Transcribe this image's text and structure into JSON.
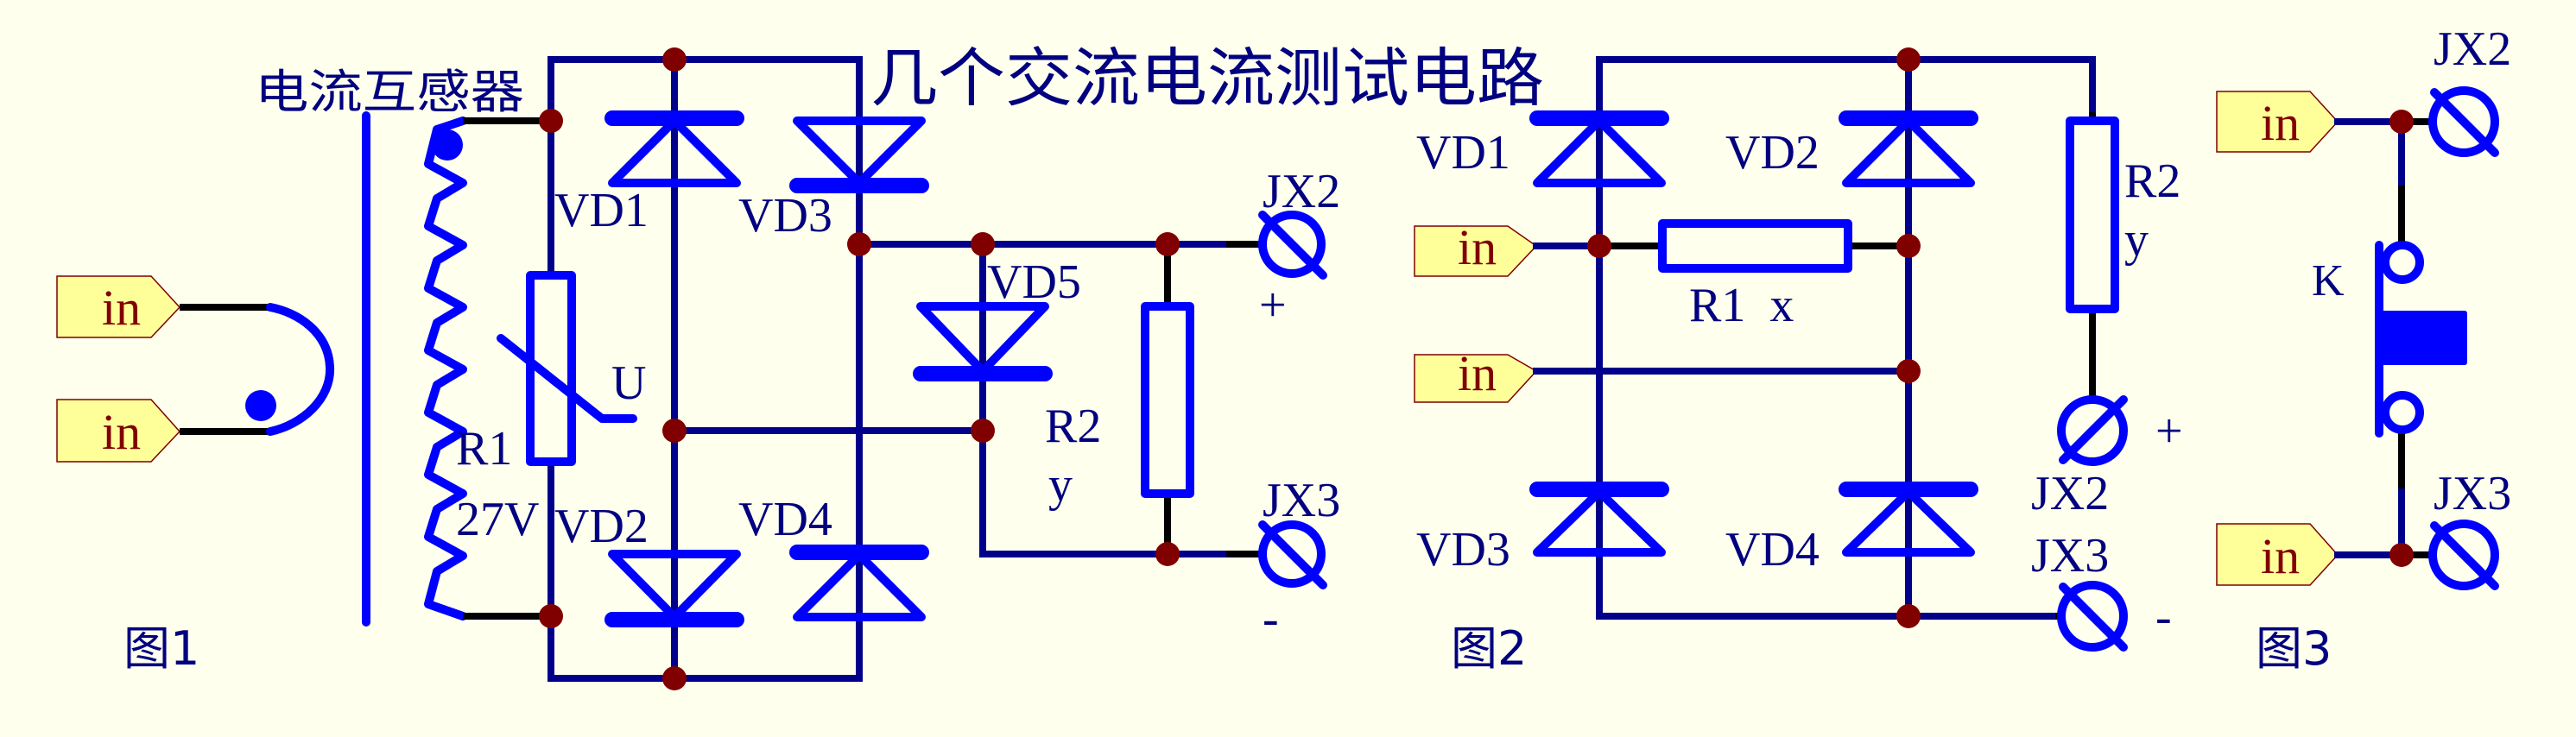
{
  "title": "几个交流电流测试电路",
  "colors": {
    "background": "#FFFFEE",
    "wire": "#00008B",
    "component": "#0000FF",
    "junction": "#800000",
    "text": "#000080",
    "port_fill": "#FFFF99",
    "port_text": "#800000"
  },
  "figure1": {
    "caption": "图1",
    "transformer_label": "电流互感器",
    "inputs": [
      "in",
      "in"
    ],
    "varistor": {
      "ref": "R1",
      "value": "27V",
      "symbol": "U"
    },
    "diodes": [
      "VD1",
      "VD2",
      "VD3",
      "VD4",
      "VD5"
    ],
    "resistor": {
      "ref": "R2",
      "value": "y"
    },
    "terminals": [
      {
        "ref": "JX2",
        "polarity": "+"
      },
      {
        "ref": "JX3",
        "polarity": "-"
      }
    ]
  },
  "figure2": {
    "caption": "图2",
    "inputs": [
      "in",
      "in"
    ],
    "diodes": [
      "VD1",
      "VD2",
      "VD3",
      "VD4"
    ],
    "resistor1": {
      "ref": "R1",
      "value": "x"
    },
    "resistor2": {
      "ref": "R2",
      "value": "y"
    },
    "terminals": [
      {
        "ref": "JX2",
        "polarity": "+"
      },
      {
        "ref": "JX3",
        "polarity": "-"
      }
    ]
  },
  "figure3": {
    "caption": "图3",
    "inputs": [
      "in",
      "in"
    ],
    "switch": {
      "ref": "K"
    },
    "terminals": [
      {
        "ref": "JX2"
      },
      {
        "ref": "JX3"
      }
    ]
  }
}
